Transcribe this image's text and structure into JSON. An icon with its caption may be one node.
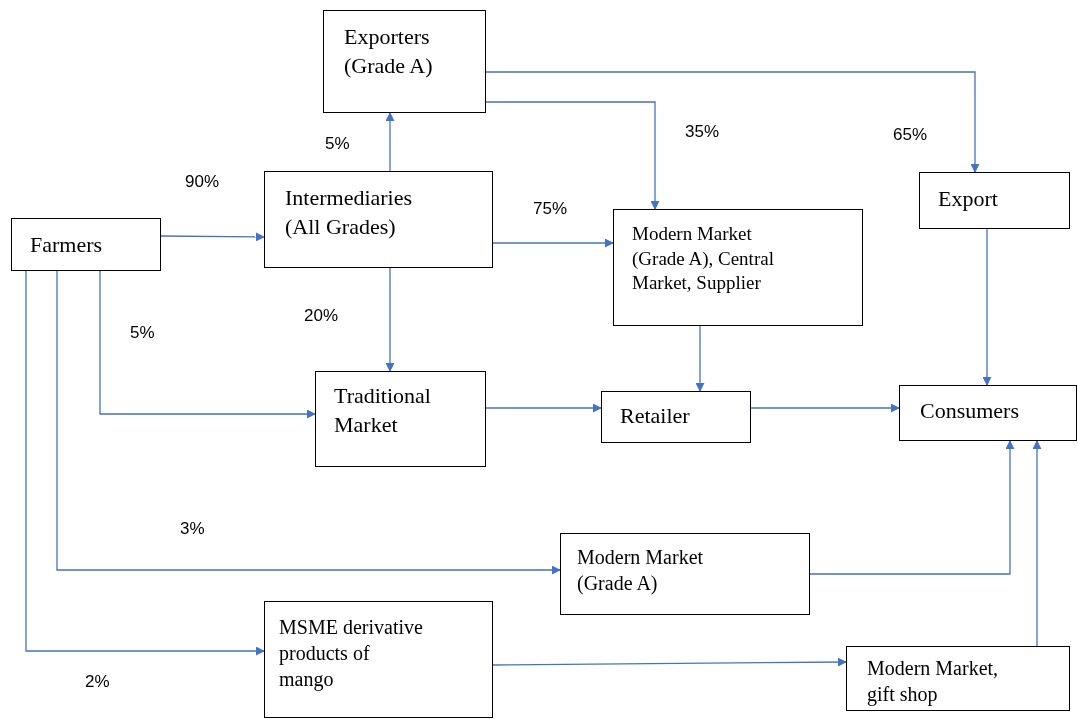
{
  "diagram": {
    "nodes": [
      {
        "text": [
          "Exporters (Grade A)"
        ]
      },
      {
        "text": [
          "Farmers"
        ]
      },
      {
        "text": [
          "Intermediaries (All Grades)"
        ]
      },
      {
        "text": [
          "Modern Market (Grade A), Central Market, Supplier"
        ]
      },
      {
        "text": [
          "Export"
        ]
      },
      {
        "text": [
          "Traditional Market"
        ]
      },
      {
        "text": [
          "Retailer"
        ]
      },
      {
        "text": [
          "Consumers"
        ]
      },
      {
        "text": [
          "Modern Market (Grade A)"
        ]
      },
      {
        "text": [
          "MSME derivative products of mango"
        ]
      },
      {
        "text": [
          "Modern Market, gift shop"
        ]
      }
    ],
    "edges": [
      {
        "from": 1,
        "to": 2,
        "arrow": "to",
        "label": "90%"
      },
      {
        "from": 2,
        "to": 0,
        "arrow": "to",
        "label": "5%"
      },
      {
        "from": 0,
        "to": 4,
        "arrow": "to",
        "label": "65%"
      },
      {
        "from": 0,
        "to": 3,
        "arrow": "to",
        "label": "35%"
      },
      {
        "from": 2,
        "to": 3,
        "arrow": "to",
        "label": "75%"
      },
      {
        "from": 2,
        "to": 5,
        "arrow": "to",
        "label": "20%"
      },
      {
        "from": 1,
        "to": 5,
        "arrow": "to",
        "label": "5%"
      },
      {
        "from": 3,
        "to": 6,
        "arrow": "to"
      },
      {
        "from": 5,
        "to": 6,
        "arrow": "to"
      },
      {
        "from": 6,
        "to": 7,
        "arrow": "to"
      },
      {
        "from": 4,
        "to": 7,
        "arrow": "to"
      },
      {
        "from": 1,
        "to": 8,
        "arrow": "to",
        "label": "3%"
      },
      {
        "from": 8,
        "to": 7,
        "arrow": "to"
      },
      {
        "from": 1,
        "to": 9,
        "arrow": "to",
        "label": "2%"
      },
      {
        "from": 9,
        "to": 10,
        "arrow": "to"
      },
      {
        "from": 10,
        "to": 7,
        "arrow": "to"
      }
    ]
  }
}
